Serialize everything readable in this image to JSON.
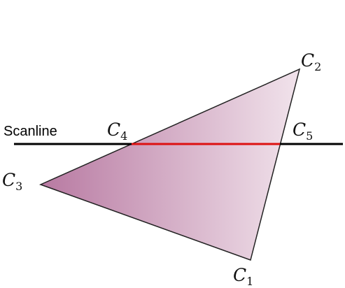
{
  "diagram": {
    "scanline_label": "Scanline",
    "vertices": [
      {
        "letter": "C",
        "index": "1"
      },
      {
        "letter": "C",
        "index": "2"
      },
      {
        "letter": "C",
        "index": "3"
      },
      {
        "letter": "C",
        "index": "4"
      },
      {
        "letter": "C",
        "index": "5"
      }
    ],
    "colors": {
      "gradient_start": "#b87aa2",
      "gradient_end": "#f0e1ea",
      "outline": "#222222",
      "scanline": "#000000",
      "span": "#dd1111"
    }
  }
}
